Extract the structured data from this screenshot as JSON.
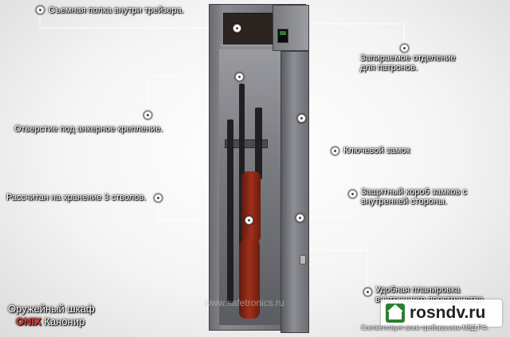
{
  "annotations": {
    "shelf": "Съемная полка внутри трейзера.",
    "ammo_line1": "Запираемое отделение",
    "ammo_line2": "для патронов.",
    "anchor": "Отверстие под анкерное крепление.",
    "key_lock": "Ключевой замок",
    "capacity": "Рассчитан на хранение 3 стволов.",
    "lock_box_line1": "Защитный короб  замков с",
    "lock_box_line2": "внутренней стороны.",
    "layout_line1": "Удобная планировка",
    "layout_line2": "внутреннего пространства"
  },
  "product": {
    "title": "Оружейный шкаф",
    "brand": "ONIX",
    "model": "Канонир"
  },
  "watermark": "www.safetronics.ru",
  "footer_note": "Соответствует всем требованиям МВД РФ.",
  "site_logo": "rosndv.ru",
  "colors": {
    "brand_red": "#e53935",
    "safe_body": "#7a7b80",
    "stock_wood": "#a0301a",
    "logo_green": "#2e7d32"
  }
}
